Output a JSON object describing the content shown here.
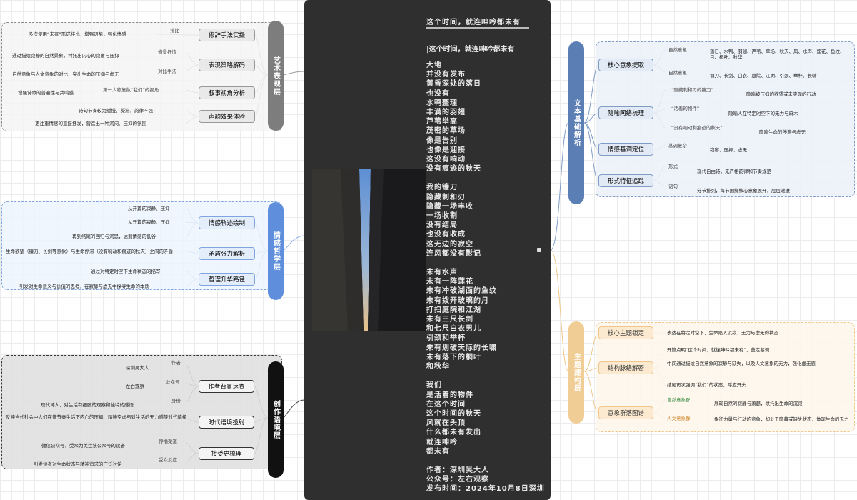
{
  "poem": {
    "title": "这个时间，就连呻吟都未有",
    "subtitle": "|这个时间，就连呻吟都未有",
    "stanzas": [
      [
        "大地",
        "并没有发布",
        "黄昏深处的落日",
        "也没有",
        "水鸭整理",
        "丰满的羽翅",
        "芦苇举高",
        "茂密的草场",
        "像是告别",
        "也像是迎接",
        "这没有响动",
        "没有痕迹的秋天"
      ],
      [
        "我的镰刀",
        "隐藏刺和刃",
        "隐藏一场丰收",
        "一场收割",
        "没有结局",
        "也没有收成",
        "这无边的寂空",
        "连风都没有影记"
      ],
      [
        "未有水声",
        "未有一阵莲花",
        "未有冲破湖面的鱼纹",
        "未有拨开玻璃的月",
        "打扫庭院和江湖",
        "未有三尺长剑",
        "和七尺白衣男儿",
        "引颈和举杯",
        "未有划破天际的长啸",
        "未有落下的桐叶",
        "和秋华"
      ],
      [
        "我们",
        "是活着的物件",
        "在这个时间",
        "这个时间的秋天",
        "风就在头顶",
        "什么都未有发出",
        "就连呻吟",
        "都未有"
      ]
    ],
    "author": "作者：深圳吴大人",
    "account": "公众号：左右观察",
    "date": "发布时间：2024年10月8日深圳"
  },
  "art": {
    "title": "艺术表现层",
    "nodes": [
      {
        "label": "修辞手法实操",
        "sub": "排比",
        "leaf": "多次使用“未有”形成排比，增强语势，强化情感"
      },
      {
        "label": "表现策略解码",
        "sub1": "借景抒情",
        "leaf1": "通过描绘寂静的自然景象，衬托出内心的寂寥与压抑",
        "sub2": "对比手法",
        "leaf2": "自然意象与人文意象的对比，突出生命的压抑与虚无"
      },
      {
        "label": "叙事视角分析",
        "sub": "第一人称复数“我们”的视角",
        "leaf": "增强诗歌的普遍性与共鸣感"
      },
      {
        "label": "声韵效果体验",
        "leaf1": "诗句节奏较为缓慢、凝滞，韵律不强，",
        "leaf2": "更注重情感的直接抒发，营造出一种沉闷、压抑的氛围"
      }
    ]
  },
  "emotion": {
    "title": "情感哲学层",
    "nodes": [
      {
        "label": "情感轨迹绘制",
        "leaf1": "从开篇的寂静、压抑",
        "leaf2": "从开篇的寂静、压抑",
        "leaf3": "再到结尾的回归与沉思，达到情感的低谷"
      },
      {
        "label": "矛盾张力解析",
        "leaf": "生命欲望（镰刀、长剑等意象）与生命停滞（没有响动和痕迹的秋天）之间的矛盾"
      },
      {
        "label": "哲理升华路径",
        "leaf1": "通过对特定时空下生命状态的描写",
        "leaf2": "引发对生命意义与价值的思考，在寂静与虚无中探寻生命的本质"
      }
    ]
  },
  "creation": {
    "title": "创作语境层",
    "nodes": [
      {
        "label": "作者背景速查",
        "sub1": "作者",
        "leaf1": "深圳吴大人",
        "sub2": "公众号",
        "leaf2": "左右观察",
        "sub3": "身份",
        "leaf3": "现代诗人，对生活有细腻的观察和独特的感悟"
      },
      {
        "label": "时代语境投射",
        "leaf": "反映当代社会中人们在快节奏生活下内心的压抑、精神空虚与对生活的无力感等时代情绪"
      },
      {
        "label": "接受史梳理",
        "sub1": "传播渠道",
        "leaf1": "微信公众号，受众为关注该公众号的读者",
        "sub2": "受众反应",
        "leaf2": "引发读者对生命状态与精神追求的广泛讨论"
      }
    ]
  },
  "text": {
    "title": "文本基础解析",
    "nodes": [
      {
        "label": "核心意象提取",
        "sub1": "自然意象",
        "leaf1": "落日、水鸭、羽翅、芦苇、草场、秋天、风、水声、莲花、鱼纹、月、桐叶、秋华",
        "sub2": "自然意象",
        "leaf2": "镰刀、长剑、白衣、庭院、江湖、引颈、举杯、长啸"
      },
      {
        "label": "隐喻网络梳理",
        "sub1": "“隐藏刺和刃的镰刀”",
        "leaf1": "隐喻被压抑的欲望或未实现的行动",
        "sub2": "“活着的物件”",
        "leaf2": "隐喻人在特定时空下的无力与麻木",
        "sub3": "“没有响动和痕迹的秋天”",
        "leaf3": "隐喻生命的停滞与虚无"
      },
      {
        "label": "情感基调定位",
        "sub": "基调复杂",
        "leaf": "寂寥、压抑、虚无"
      },
      {
        "label": "形式特征追踪",
        "sub1": "形式",
        "leaf1": "现代自由诗，无严格韵律和节奏规范",
        "sub2": "语句",
        "leaf2": "分节排列，每节围绕核心意象展开，层层递进"
      }
    ]
  },
  "theme": {
    "title": "主题建构层",
    "nodes": [
      {
        "label": "核心主题锁定",
        "leaf": "表达在特定时空下，生命陷入沉寂、无力与虚无的状态"
      },
      {
        "label": "结构脉络解密",
        "leaf1": "开篇点明“这个时间，就连呻吟都未有”，奠定基调",
        "leaf2": "中间通过描绘自然意象的寂静与缺失，以及人文意象的无力，强化虚无感",
        "leaf3": "结尾再次强调“我们”的状态，呼应开头"
      },
      {
        "label": "意象群落图谱",
        "sub1": "自然意象群",
        "leaf1": "展现自然的寂静与萧瑟，烘托出生命的沉寂",
        "sub2": "人文意象群",
        "leaf2": "象征力量与行动的意象，却处于隐藏或缺失状态，体现生命的无力"
      }
    ]
  },
  "colors": {
    "art": "#7d7d7d",
    "emotion": "#5f8fdc",
    "creation": "#111111",
    "text": "#5b7fb5",
    "theme": "#f1cd96"
  }
}
